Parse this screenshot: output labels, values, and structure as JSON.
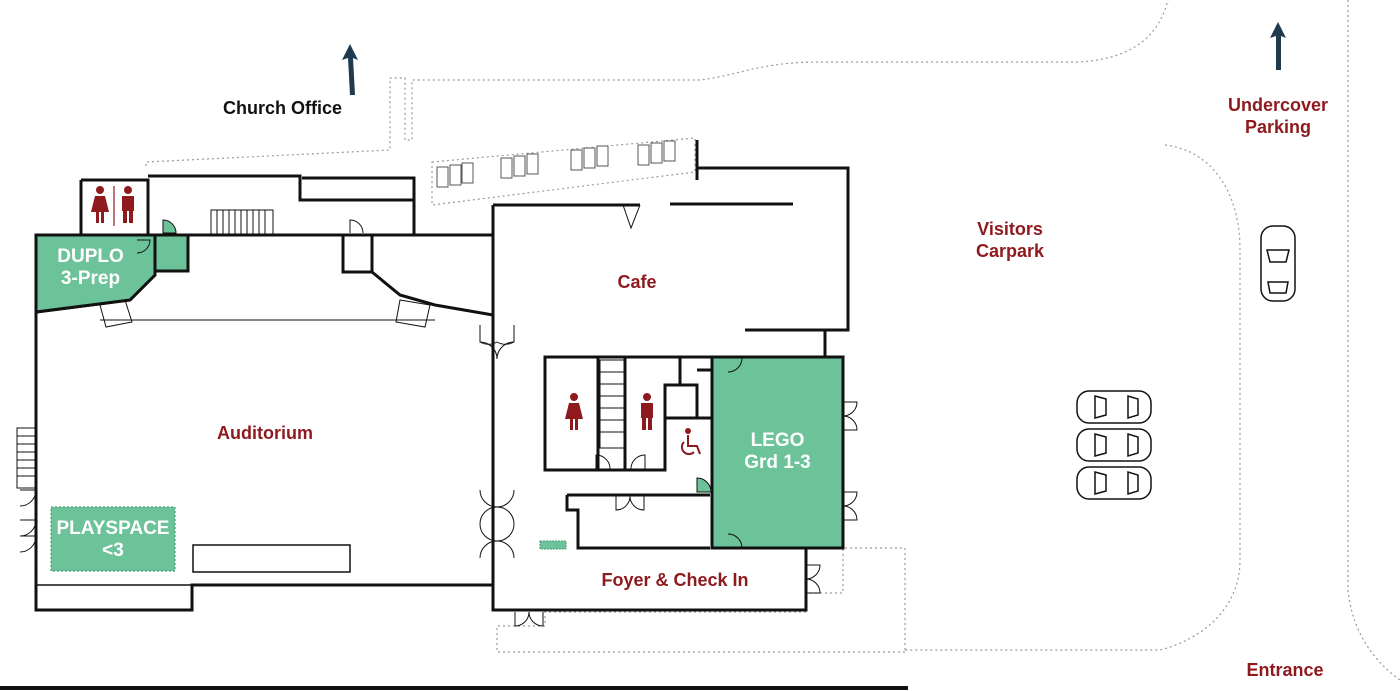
{
  "map": {
    "colors": {
      "wall": "#111111",
      "room_green": "#6cc39a",
      "label_red": "#8e1a1d",
      "arrow": "#1f3a4d",
      "outline_dotted": "#9a9a9a"
    },
    "labels": {
      "church_office": "Church Office",
      "undercover_parking_line1": "Undercover",
      "undercover_parking_line2": "Parking",
      "visitors_carpark_line1": "Visitors",
      "visitors_carpark_line2": "Carpark",
      "cafe": "Cafe",
      "auditorium": "Auditorium",
      "foyer": "Foyer & Check In",
      "entrance": "Entrance"
    },
    "rooms": {
      "duplo_line1": "DUPLO",
      "duplo_line2": "3-Prep",
      "lego_line1": "LEGO",
      "lego_line2": "Grd 1-3",
      "playspace_line1": "PLAYSPACE",
      "playspace_line2": "<3"
    },
    "icons": [
      "north-arrow-icon",
      "female-toilet-icon",
      "male-toilet-icon",
      "accessible-toilet-icon",
      "car-icon",
      "door-swing-icon",
      "stairs-icon"
    ]
  }
}
